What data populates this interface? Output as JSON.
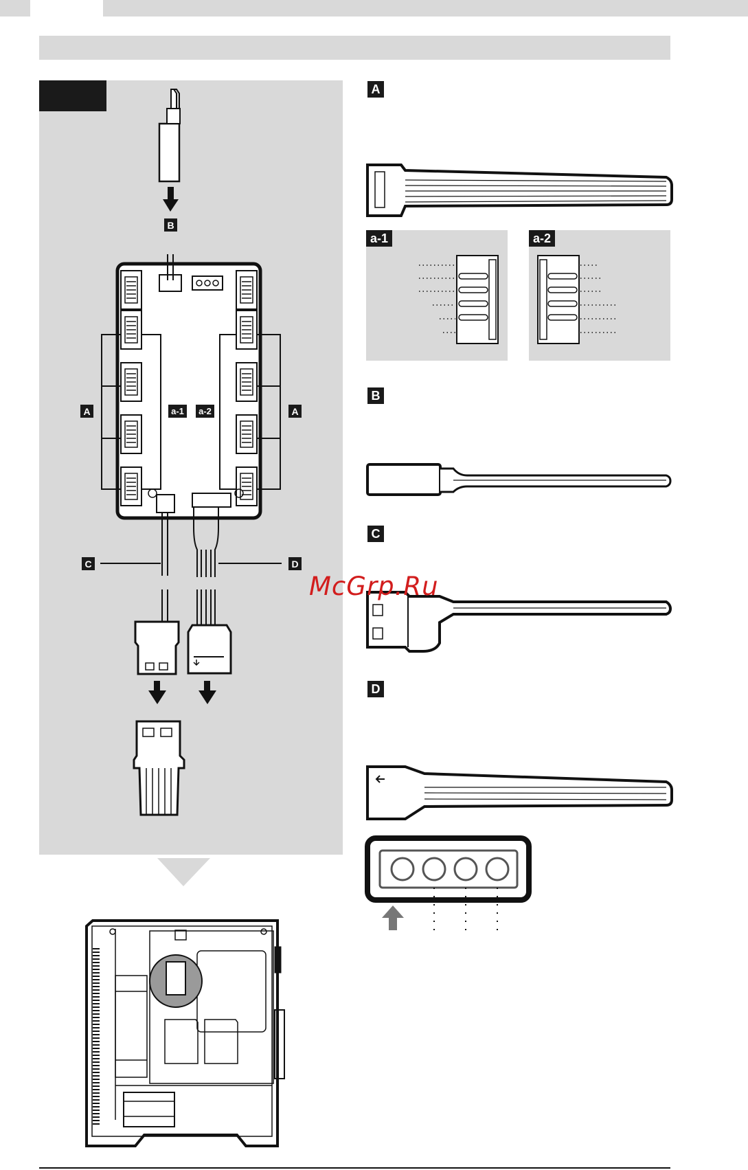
{
  "labels": {
    "a": "A",
    "b": "B",
    "c": "C",
    "d": "D",
    "a1": "a-1",
    "a2": "a-2"
  },
  "watermark": "McGrp.Ru",
  "colors": {
    "panel_gray": "#d9d9d9",
    "label_black": "#1a1a1a",
    "watermark_red": "#d21d1d"
  }
}
